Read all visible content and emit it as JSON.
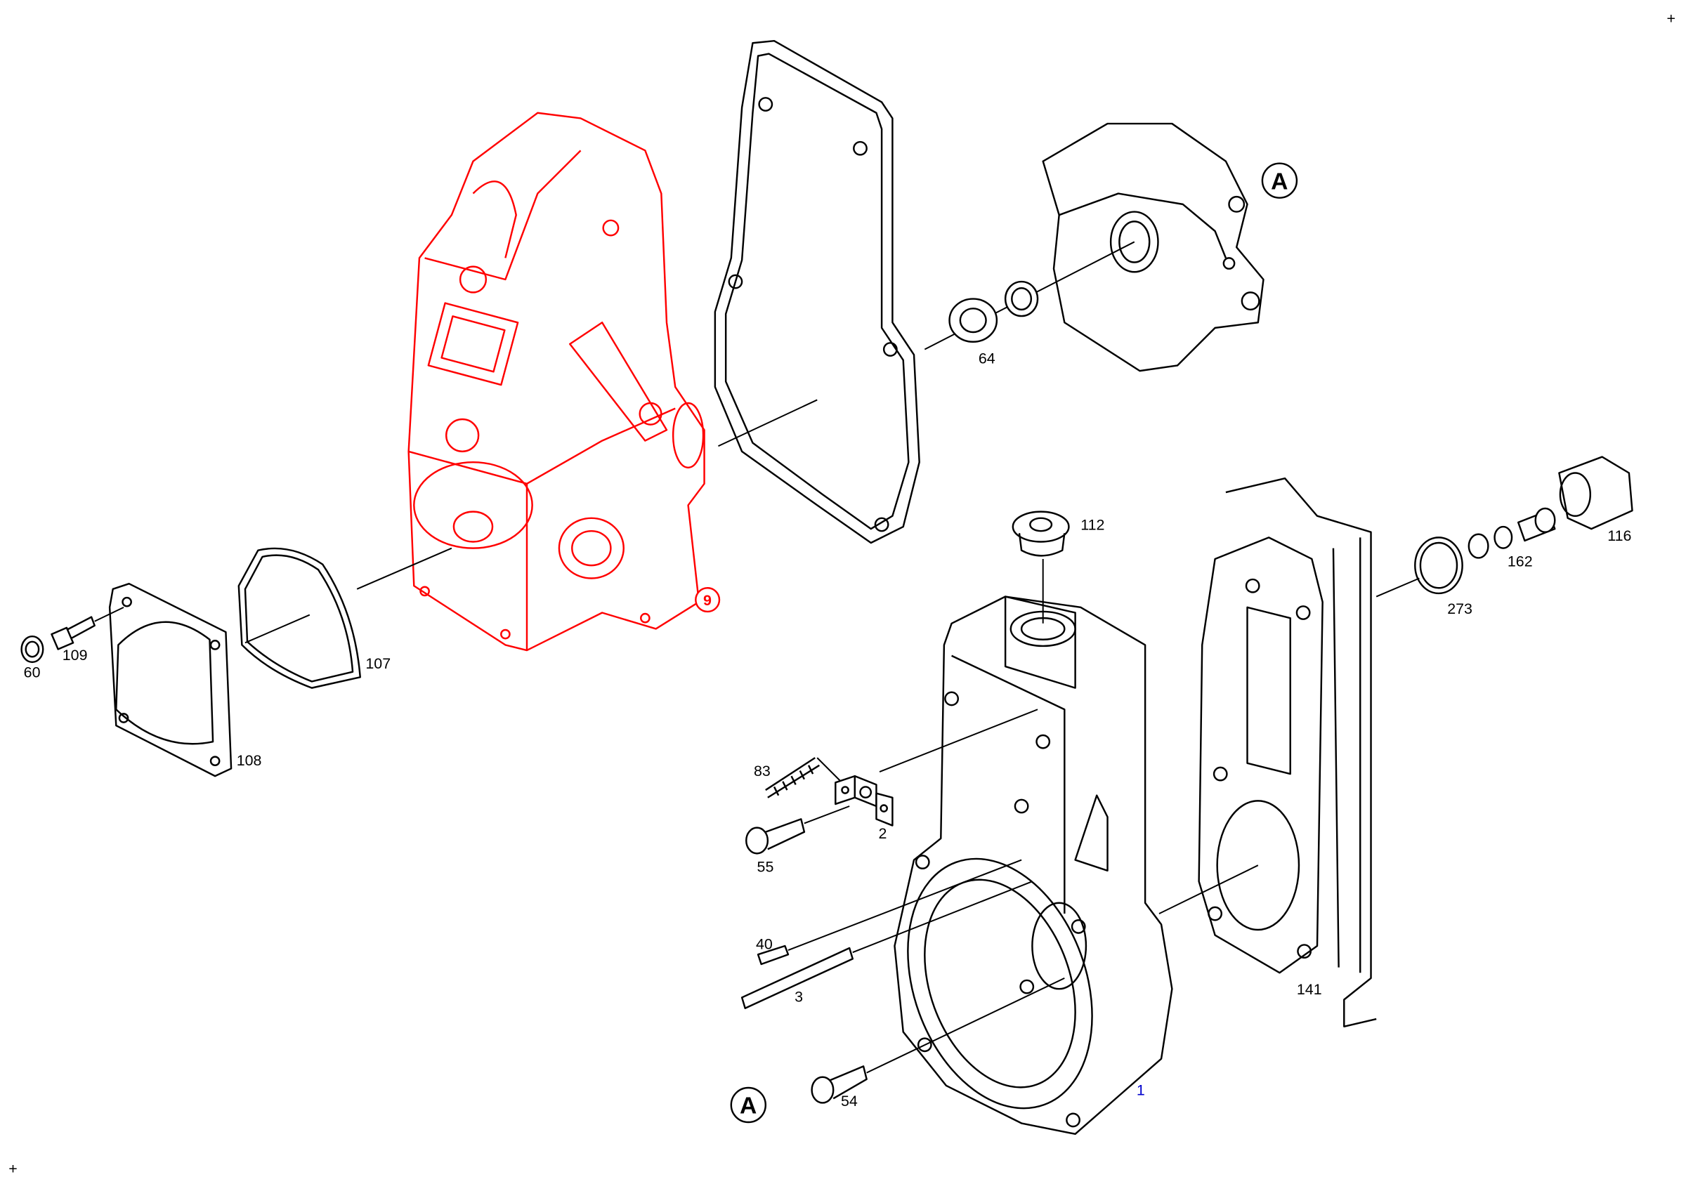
{
  "diagram": {
    "type": "exploded parts diagram",
    "highlight_color": "#ff0000",
    "selected_label_color": "#0000cc",
    "corner_marks": [
      "+",
      "+"
    ],
    "callouts": {
      "a_top": "A",
      "a_bottom": "A",
      "nine": "9"
    },
    "labels": {
      "p64": "64",
      "p112": "112",
      "p116": "116",
      "p162": "162",
      "p273": "273",
      "p60": "60",
      "p109": "109",
      "p107": "107",
      "p108": "108",
      "p83": "83",
      "p2": "2",
      "p55": "55",
      "p40": "40",
      "p3": "3",
      "p54": "54",
      "p1": "1",
      "p141": "141"
    }
  }
}
